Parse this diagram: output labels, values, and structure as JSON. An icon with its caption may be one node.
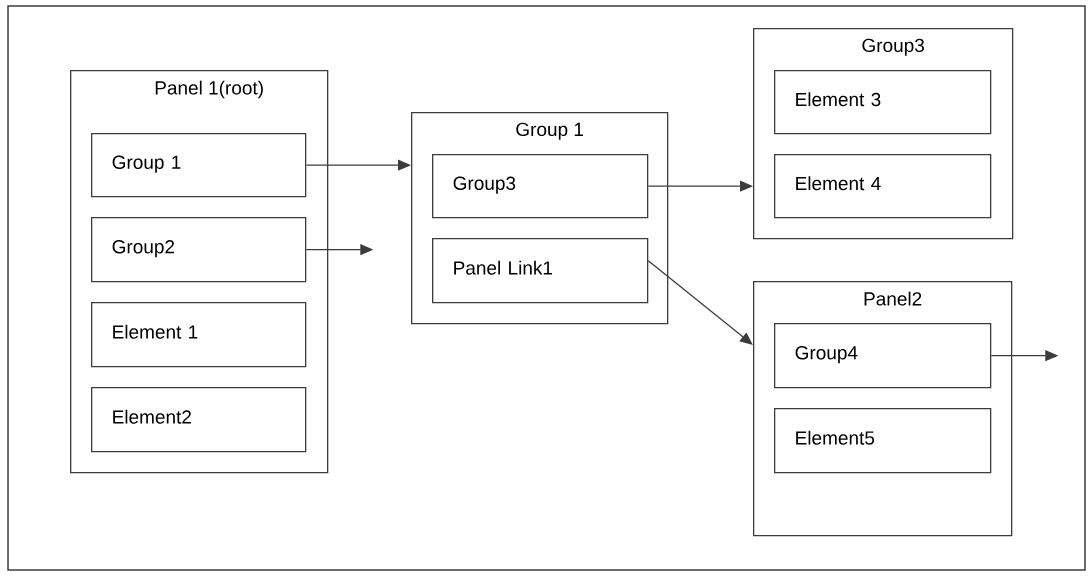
{
  "diagram": {
    "nodes": [
      {
        "text": [
          "Panel 1(root)"
        ]
      },
      {
        "text": [
          "Group 1"
        ],
        "in": 0
      },
      {
        "text": [
          "Group2"
        ],
        "in": 0
      },
      {
        "text": [
          "Element 1"
        ],
        "in": 0
      },
      {
        "text": [
          "Element2"
        ],
        "in": 0
      },
      {
        "text": [
          "Group 1"
        ]
      },
      {
        "text": [
          "Group3"
        ],
        "in": 5
      },
      {
        "text": [
          "Panel Link1"
        ],
        "in": 5
      },
      {
        "text": [
          "Group3"
        ]
      },
      {
        "text": [
          "Element 3"
        ],
        "in": 8
      },
      {
        "text": [
          "Element 4"
        ],
        "in": 8
      },
      {
        "text": [
          "Panel2"
        ]
      },
      {
        "text": [
          "Group4"
        ],
        "in": 11
      },
      {
        "text": [
          "Element5"
        ],
        "in": 11
      }
    ],
    "edges": [
      {
        "from": 1,
        "to": 5,
        "arrow": "to"
      },
      {
        "from": 2,
        "to": null,
        "arrow": "to"
      },
      {
        "from": 6,
        "to": 8,
        "arrow": "to"
      },
      {
        "from": 7,
        "to": 11,
        "arrow": "to"
      },
      {
        "from": 12,
        "to": null,
        "arrow": "to"
      }
    ]
  }
}
